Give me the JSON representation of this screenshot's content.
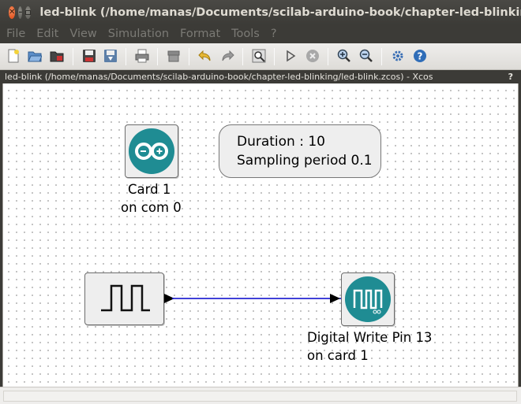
{
  "window": {
    "title": "led-blink (/home/manas/Documents/scilab-arduino-book/chapter-led-blinking/"
  },
  "menu": [
    "File",
    "Edit",
    "View",
    "Simulation",
    "Format",
    "Tools",
    "?"
  ],
  "toolbar": {
    "icons": [
      "new-diagram-icon",
      "open-icon",
      "open-in-scilab-icon",
      "save-icon",
      "save-as-icon",
      "print-icon",
      "delete-icon",
      "undo-icon",
      "redo-icon",
      "fit-diagram-icon",
      "start-icon",
      "stop-icon",
      "zoom-in-icon",
      "zoom-out-icon",
      "setup-icon",
      "help-icon"
    ]
  },
  "document_bar": {
    "path": "led-blink (/home/manas/Documents/scilab-arduino-book/chapter-led-blinking/led-blink.zcos) - Xcos",
    "help": "?"
  },
  "diagram": {
    "card_block": {
      "line1": "Card 1",
      "line2": "on com 0"
    },
    "info_box": {
      "line1": "Duration : 10",
      "line2": "Sampling period 0.1"
    },
    "pulse_block": {
      "icon": "square-wave-icon"
    },
    "digital_write_block": {
      "line1": "Digital Write Pin 13",
      "line2": "on card 1"
    },
    "link_color": "#0000cc",
    "arduino_color": "#1f8c93"
  },
  "status": {
    "text": ""
  }
}
